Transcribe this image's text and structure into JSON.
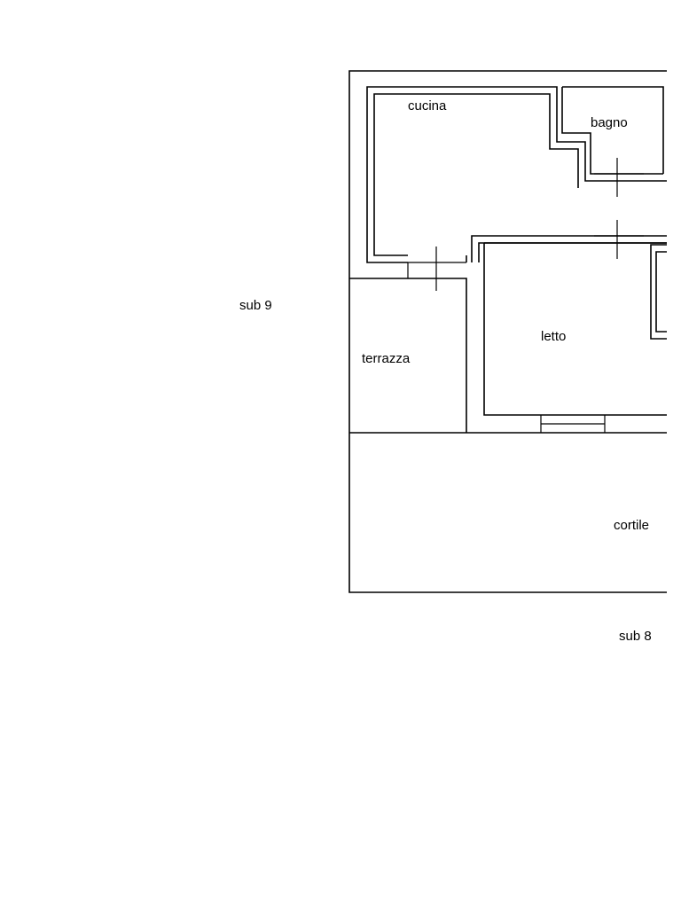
{
  "colors": {
    "background": "#ffffff",
    "lines": "#000000"
  },
  "rooms": {
    "kitchen": "cucina",
    "bathroom": "bagno",
    "bedroom": "letto",
    "terrace": "terrazza",
    "courtyard": "cortile"
  },
  "neighbors": {
    "left": "sub 9",
    "bottom": "sub 8"
  }
}
